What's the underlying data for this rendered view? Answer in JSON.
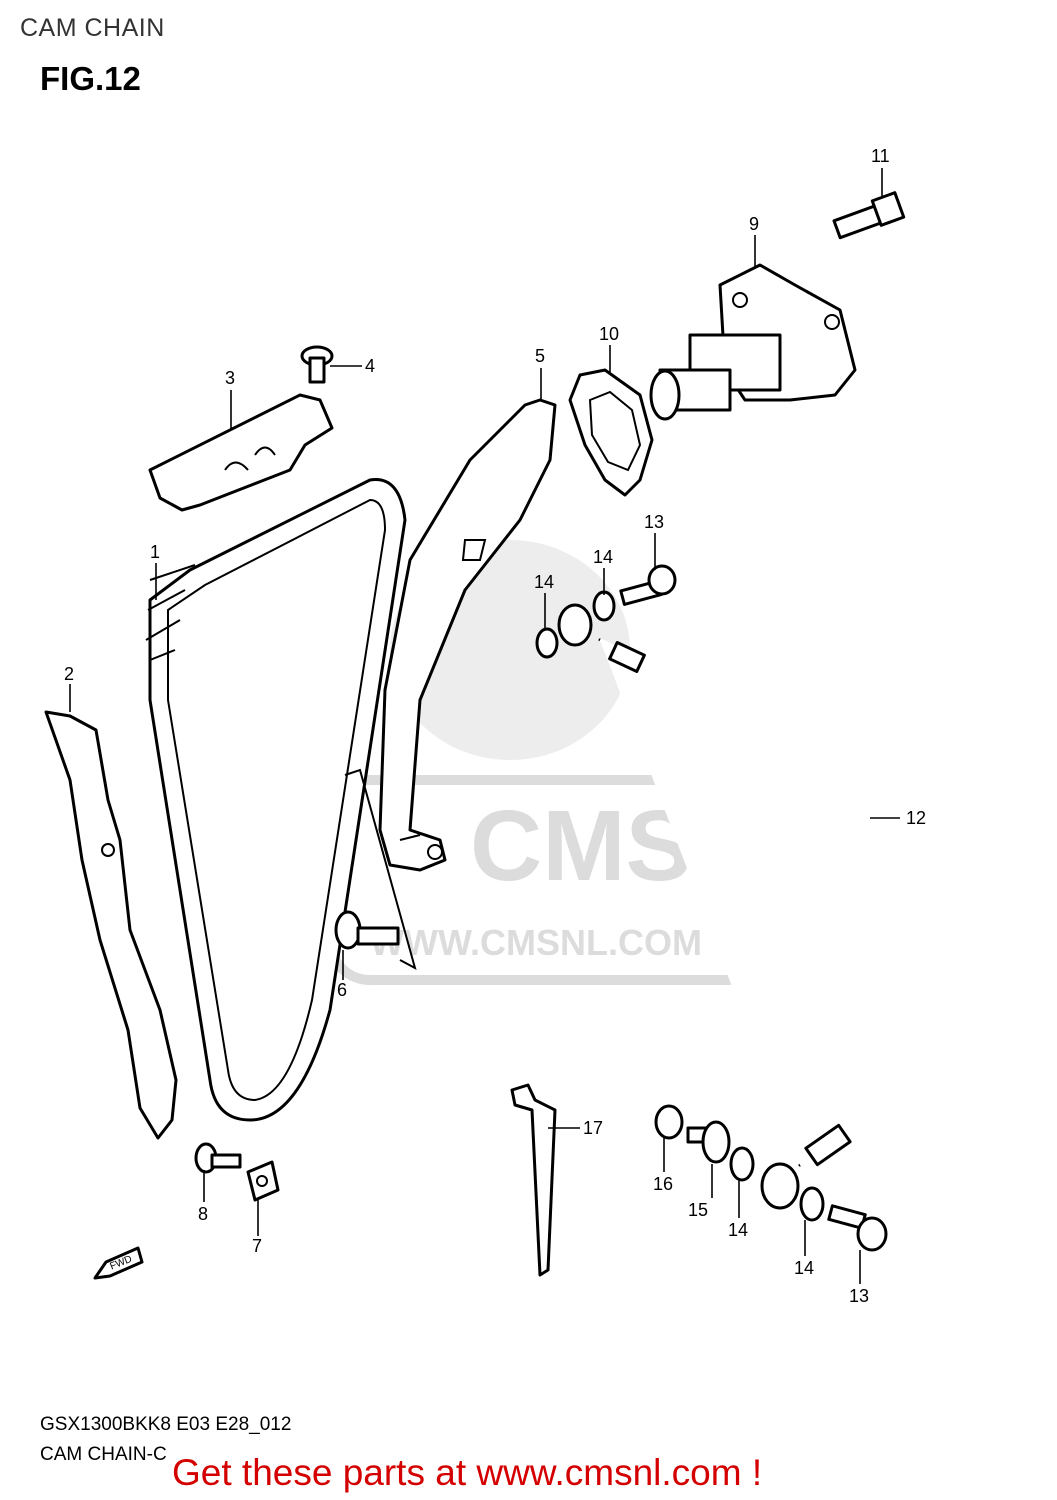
{
  "header": {
    "section_title": "CAM CHAIN",
    "figure_label": "FIG.12"
  },
  "watermark": {
    "logo_text": "CMS",
    "url_text": "WWW.CMSNL.COM"
  },
  "direction_marker": {
    "text": "FWD"
  },
  "callouts": {
    "c1": "1",
    "c2": "2",
    "c3": "3",
    "c4": "4",
    "c5": "5",
    "c6": "6",
    "c7": "7",
    "c8": "8",
    "c9": "9",
    "c10": "10",
    "c11": "11",
    "c12": "12",
    "c13a": "13",
    "c13b": "13",
    "c14a": "14",
    "c14b": "14",
    "c14c": "14",
    "c14d": "14",
    "c15": "15",
    "c16": "16",
    "c17": "17"
  },
  "footer": {
    "model_code": "GSX1300BKK8 E03 E28_012",
    "diagram_name": "CAM CHAIN-C",
    "cta": "Get these parts at www.cmsnl.com !"
  },
  "colors": {
    "cta": "#d40000",
    "watermark": "#d8d8d8"
  }
}
